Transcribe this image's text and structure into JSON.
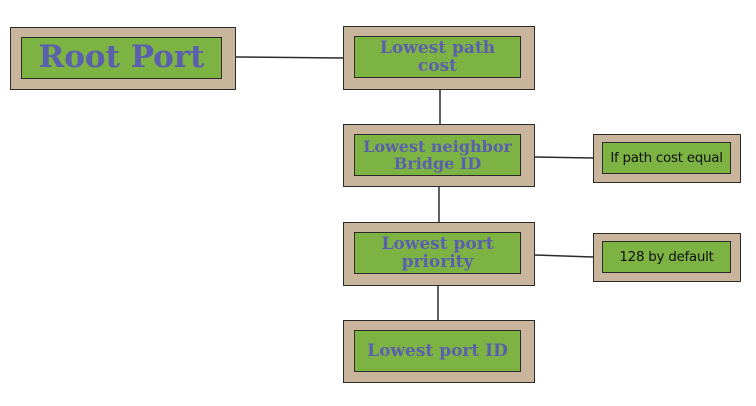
{
  "diagram": {
    "root": {
      "label": "Root Port"
    },
    "criteria": [
      {
        "label": "Lowest path\ncost"
      },
      {
        "label": "Lowest neighbor\nBridge ID"
      },
      {
        "label": "Lowest port\npriority"
      },
      {
        "label": "Lowest port ID"
      }
    ],
    "notes": [
      {
        "label": "If path cost equal"
      },
      {
        "label": "128 by default"
      }
    ]
  },
  "colors": {
    "outer_fill": "#c9b49c",
    "inner_fill": "#7cb342",
    "title_text": "#5a5fae",
    "note_text": "#111111",
    "line": "#2b2b2b"
  }
}
